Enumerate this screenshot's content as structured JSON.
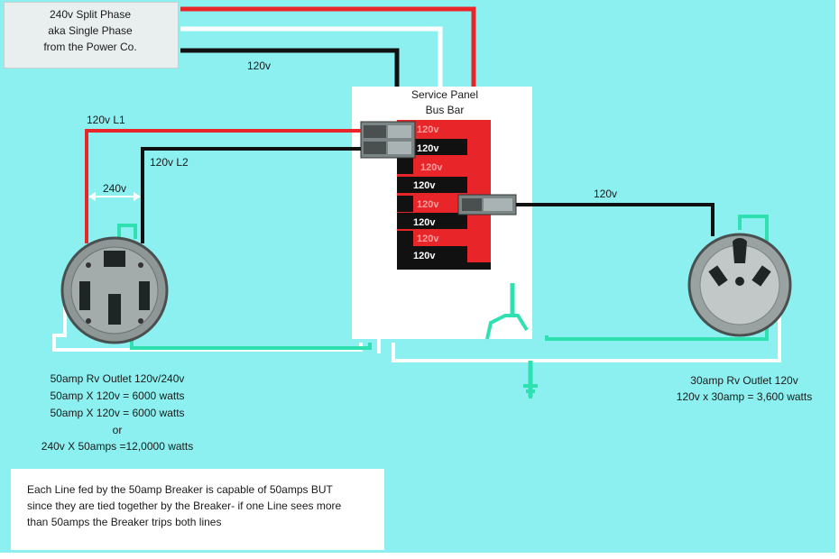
{
  "source": {
    "line1": "240v Split Phase",
    "line2": "aka Single Phase",
    "line3": "from the Power Co.",
    "top_wire_label": "120v"
  },
  "panel": {
    "title_line1": "Service Panel",
    "title_line2": "Bus Bar",
    "bus_labels": [
      "120v",
      "120v",
      "120v",
      "120v",
      "120v",
      "120v",
      "120v",
      "120v"
    ]
  },
  "left_wiring": {
    "l1_label": "120v L1",
    "l2_label": "120v L2",
    "span_label": "240v"
  },
  "right_wiring": {
    "hot_label": "120v"
  },
  "outlet_50": {
    "line1": "50amp Rv Outlet 120v/240v",
    "line2": "50amp X 120v = 6000 watts",
    "line3": "50amp X 120v = 6000 watts",
    "line4": "or",
    "line5": "240v X 50amps =12,0000 watts"
  },
  "outlet_30": {
    "line1": "30amp Rv Outlet 120v",
    "line2": "120v x 30amp = 3,600 watts"
  },
  "note": {
    "line1": "Each Line fed by the 50amp Breaker is capable of 50amps BUT",
    "line2": "since they are tied together by the Breaker- if one Line sees more",
    "line3": "than 50amps the Breaker trips both lines"
  },
  "colors": {
    "background": "#8df0f0",
    "hot_red": "#e8262a",
    "hot_black": "#111111",
    "neutral_white": "#ffffff",
    "ground_green": "#2fe0b0"
  }
}
